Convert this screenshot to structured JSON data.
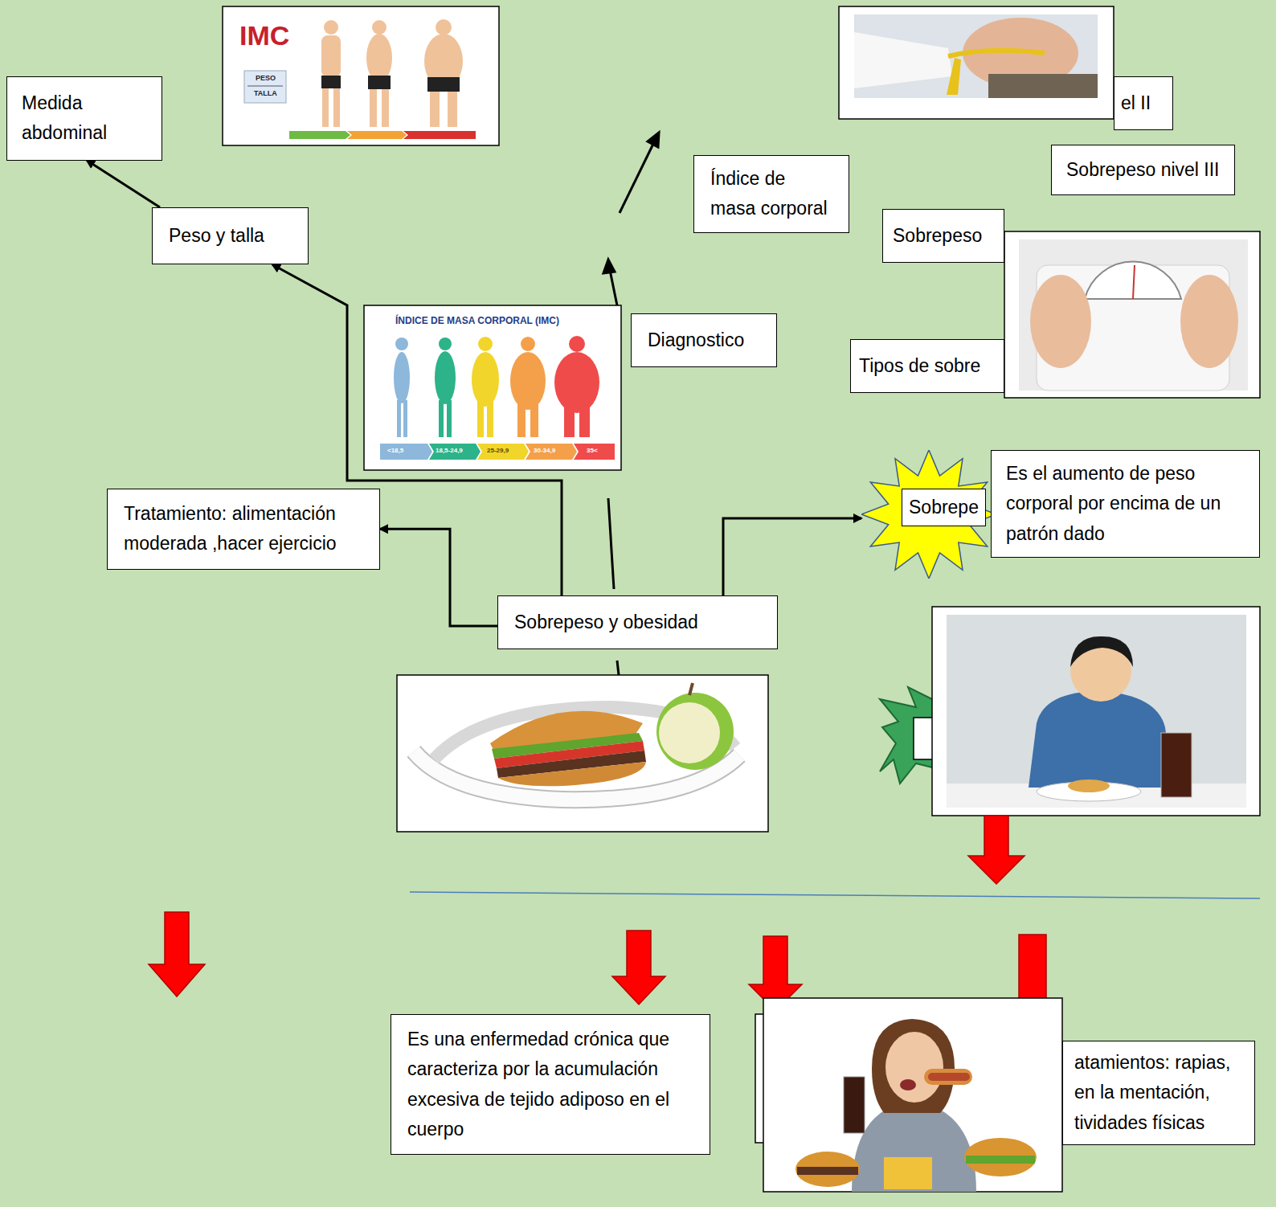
{
  "diagram": {
    "nodes": [
      {
        "text": [
          "Medida abdominal"
        ]
      },
      {
        "text": [
          "Peso y talla"
        ]
      },
      {
        "text": [
          "Índice de masa corporal"
        ]
      },
      {
        "text": [
          "Diagnostico"
        ]
      },
      {
        "text": [
          "el II"
        ]
      },
      {
        "text": [
          "Sobrepeso nivel III"
        ]
      },
      {
        "text": [
          "Sobrepeso"
        ]
      },
      {
        "text": [
          "Tipos de sobre"
        ]
      },
      {
        "text": [
          "Sobrepe"
        ]
      },
      {
        "text": [
          "Es el aumento de peso corporal por encima de un patrón dado"
        ]
      },
      {
        "text": [
          "Tratamiento: alimentación moderada ,hacer ejercicio"
        ]
      },
      {
        "text": [
          "Sobrepeso y obesidad"
        ]
      },
      {
        "text": [
          "Es una enfermedad crónica que caracteriza por la acumulación excesiva de tejido adiposo en el cuerpo"
        ]
      },
      {
        "text": [
          "atamientos: rapias, en la mentación, tividades físicas"
        ]
      }
    ],
    "edges": [
      {
        "from": 11,
        "to": 1,
        "arrow": "to"
      },
      {
        "from": 1,
        "to": 0,
        "arrow": "to"
      },
      {
        "from": 11,
        "to": 10,
        "arrow": "to"
      },
      {
        "from": 11,
        "to": 8,
        "arrow": "to"
      }
    ],
    "labels": [
      "IMC",
      "PESO",
      "TALLA",
      "ÍNDICE DE MASA CORPORAL (IMC)",
      "<18,5",
      "18,5-24,9",
      "25-29,9",
      "30-34,9",
      "35<"
    ]
  }
}
